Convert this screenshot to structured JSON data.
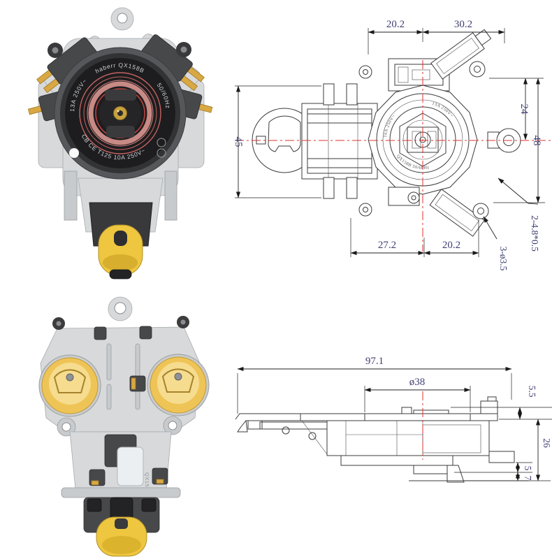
{
  "page": {
    "description": "Kettle thermostat temperature-control product sheet: two photo renders (top and bottom view) and two dimensioned CAD drawings (top view and side view)"
  },
  "colors": {
    "background": "#ffffff",
    "centerline_red": "#e03030",
    "dimension_text": "#3f3f73",
    "drawing_line": "#3b3b3b",
    "body_gray": "#d7d9db",
    "terminal_dark": "#47484a",
    "gold": "#d9a843",
    "lever_yellow": "#eec63f",
    "disc_black": "#1d1d1f",
    "ring_red": "#c4625f",
    "ring_pink": "#e69d98"
  },
  "top_left_render": {
    "label": "thermostat-top-view-photo",
    "disc": {
      "arc_left": "13A 250V~",
      "arc_brand": "haberr QX158B",
      "arc_right": "50/60Hz",
      "arc_bottom": "CB CE T125 10A 250V~"
    }
  },
  "top_right_drawing": {
    "label": "top-view-dimension-drawing",
    "dims": {
      "top_left_width": "20.2",
      "top_right_width": "30.2",
      "left_height": "45",
      "right_upper_height": "24",
      "right_total_height": "48",
      "bottom_left_width": "27.2",
      "bottom_right_width": "20.2",
      "terminal_note": "2-4.8*0.5",
      "hole_note": "3-ø3.5"
    },
    "face_labels": {
      "left": "16A 250V~",
      "right": "13A 250V~",
      "bottom": "QX158B 50/60Hz"
    }
  },
  "bottom_left_render": {
    "label": "thermostat-bottom-view-photo",
    "molded_code": "QX1588"
  },
  "bottom_right_drawing": {
    "label": "side-view-dimension-drawing",
    "dims": {
      "overall_length": "97.1",
      "flange_diameter": "ø38",
      "top_offset": "5.5",
      "body_height": "26",
      "step_upper": "5",
      "step_lower": "7"
    }
  }
}
